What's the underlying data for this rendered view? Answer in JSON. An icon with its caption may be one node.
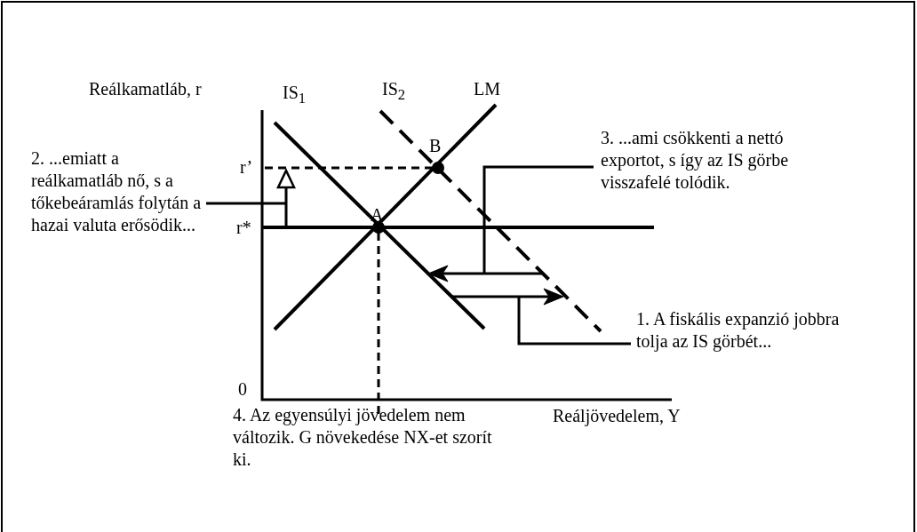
{
  "diagram": {
    "nodes": [
      {
        "text": [
          "2. ...emiatt a reálkamatláb nő, s a tőkebeáramlás folytán a hazai valuta erősödik..."
        ]
      },
      {
        "text": [],
        "shape": "arrow"
      },
      {
        "text": [
          "3. ...ami csökkenti a nettó exportot, s így az IS görbe visszafelé tolódik."
        ]
      },
      {
        "text": [],
        "shape": "arrow"
      },
      {
        "text": [
          "1. A fiskális expanzió jobbra tolja az IS görbét..."
        ]
      },
      {
        "text": [],
        "shape": "arrow"
      }
    ],
    "edges": [
      {
        "from": 0,
        "to": 1,
        "arrow": "none"
      },
      {
        "from": 2,
        "to": 3,
        "arrow": "none"
      },
      {
        "from": 4,
        "to": 5,
        "arrow": "none"
      }
    ],
    "labels": [
      "Reálkamatláb, r",
      "IS$_{2}$",
      "LM",
      "IS$_{1}$",
      "B",
      "r’",
      "A",
      "r*",
      "0",
      "Reáljövedelem, Y",
      "4. Az egyensúlyi jövedelem nem változik. G növekedése NX-et szorít ki."
    ]
  }
}
